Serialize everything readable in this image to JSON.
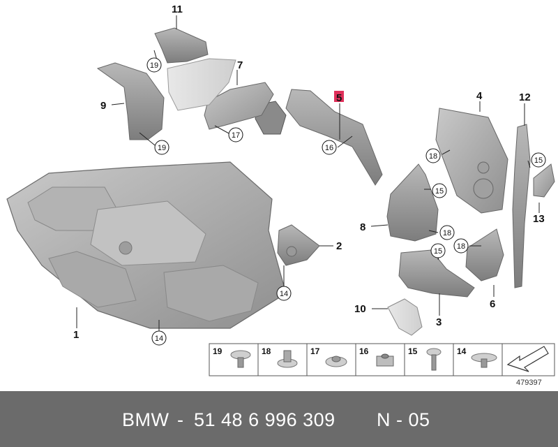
{
  "diagram": {
    "callouts": [
      {
        "id": "1",
        "label": "1"
      },
      {
        "id": "2",
        "label": "2"
      },
      {
        "id": "3",
        "label": "3"
      },
      {
        "id": "4",
        "label": "4"
      },
      {
        "id": "5",
        "label": "5"
      },
      {
        "id": "6",
        "label": "6"
      },
      {
        "id": "7",
        "label": "7"
      },
      {
        "id": "8",
        "label": "8"
      },
      {
        "id": "9",
        "label": "9"
      },
      {
        "id": "10",
        "label": "10"
      },
      {
        "id": "11",
        "label": "11"
      },
      {
        "id": "12",
        "label": "12"
      },
      {
        "id": "13",
        "label": "13"
      }
    ],
    "circled": [
      {
        "id": "19a",
        "label": "19"
      },
      {
        "id": "19b",
        "label": "19"
      },
      {
        "id": "17",
        "label": "17"
      },
      {
        "id": "16",
        "label": "16"
      },
      {
        "id": "18a",
        "label": "18"
      },
      {
        "id": "15a",
        "label": "15"
      },
      {
        "id": "15b",
        "label": "15"
      },
      {
        "id": "18b",
        "label": "18"
      },
      {
        "id": "18c",
        "label": "18"
      },
      {
        "id": "15c",
        "label": "15"
      },
      {
        "id": "14a",
        "label": "14"
      },
      {
        "id": "14b",
        "label": "14"
      }
    ],
    "highlight_color": "#e0305a",
    "fastener_legend": [
      {
        "label": "19"
      },
      {
        "label": "18"
      },
      {
        "label": "17"
      },
      {
        "label": "16"
      },
      {
        "label": "15"
      },
      {
        "label": "14"
      }
    ],
    "reference_number": "479397"
  },
  "footer": {
    "brand": "BMW",
    "part_number": "51 48 6 996 309",
    "page": "N - 05"
  }
}
